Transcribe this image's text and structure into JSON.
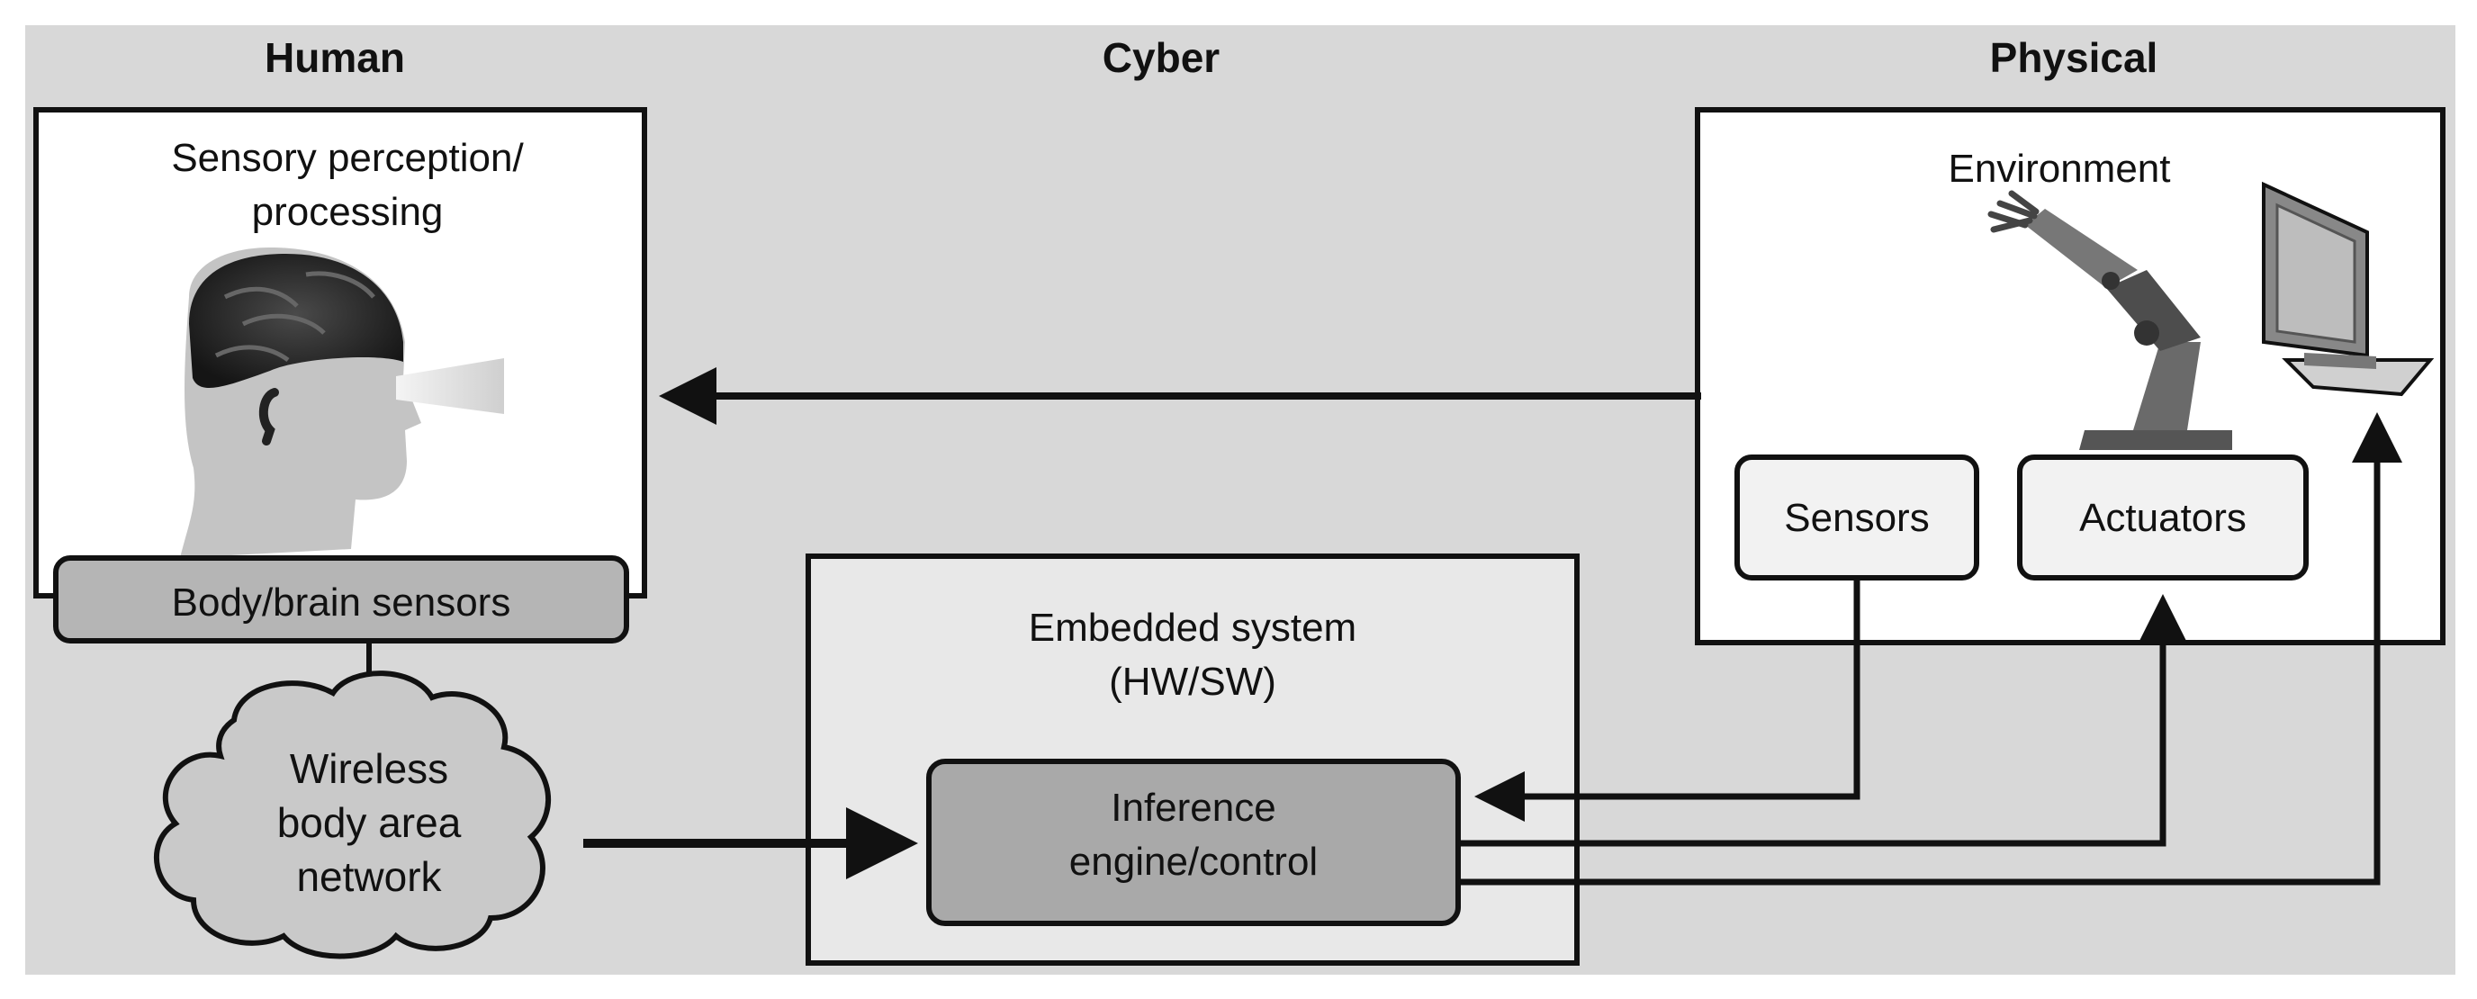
{
  "columns": {
    "human": "Human",
    "cyber": "Cyber",
    "physical": "Physical"
  },
  "human_box": {
    "title_line1": "Sensory perception/",
    "title_line2": "processing",
    "sensors_label": "Body/brain sensors"
  },
  "cloud": {
    "line1": "Wireless",
    "line2": "body area",
    "line3": "network"
  },
  "embedded": {
    "title_line1": "Embedded system",
    "title_line2": "(HW/SW)",
    "engine_line1": "Inference",
    "engine_line2": "engine/control"
  },
  "physical_box": {
    "environment": "Environment",
    "sensors": "Sensors",
    "actuators": "Actuators"
  },
  "icons": [
    "human-head-icon",
    "robot-arm-icon",
    "monitor-icon"
  ],
  "colors": {
    "background": "#d8d8d8",
    "box_fill": "#ffffff",
    "embedded_fill": "#e8e8e8",
    "engine_fill": "#a9a9a9",
    "sensor_bar_fill": "#b5b5b5",
    "line": "#111111"
  }
}
